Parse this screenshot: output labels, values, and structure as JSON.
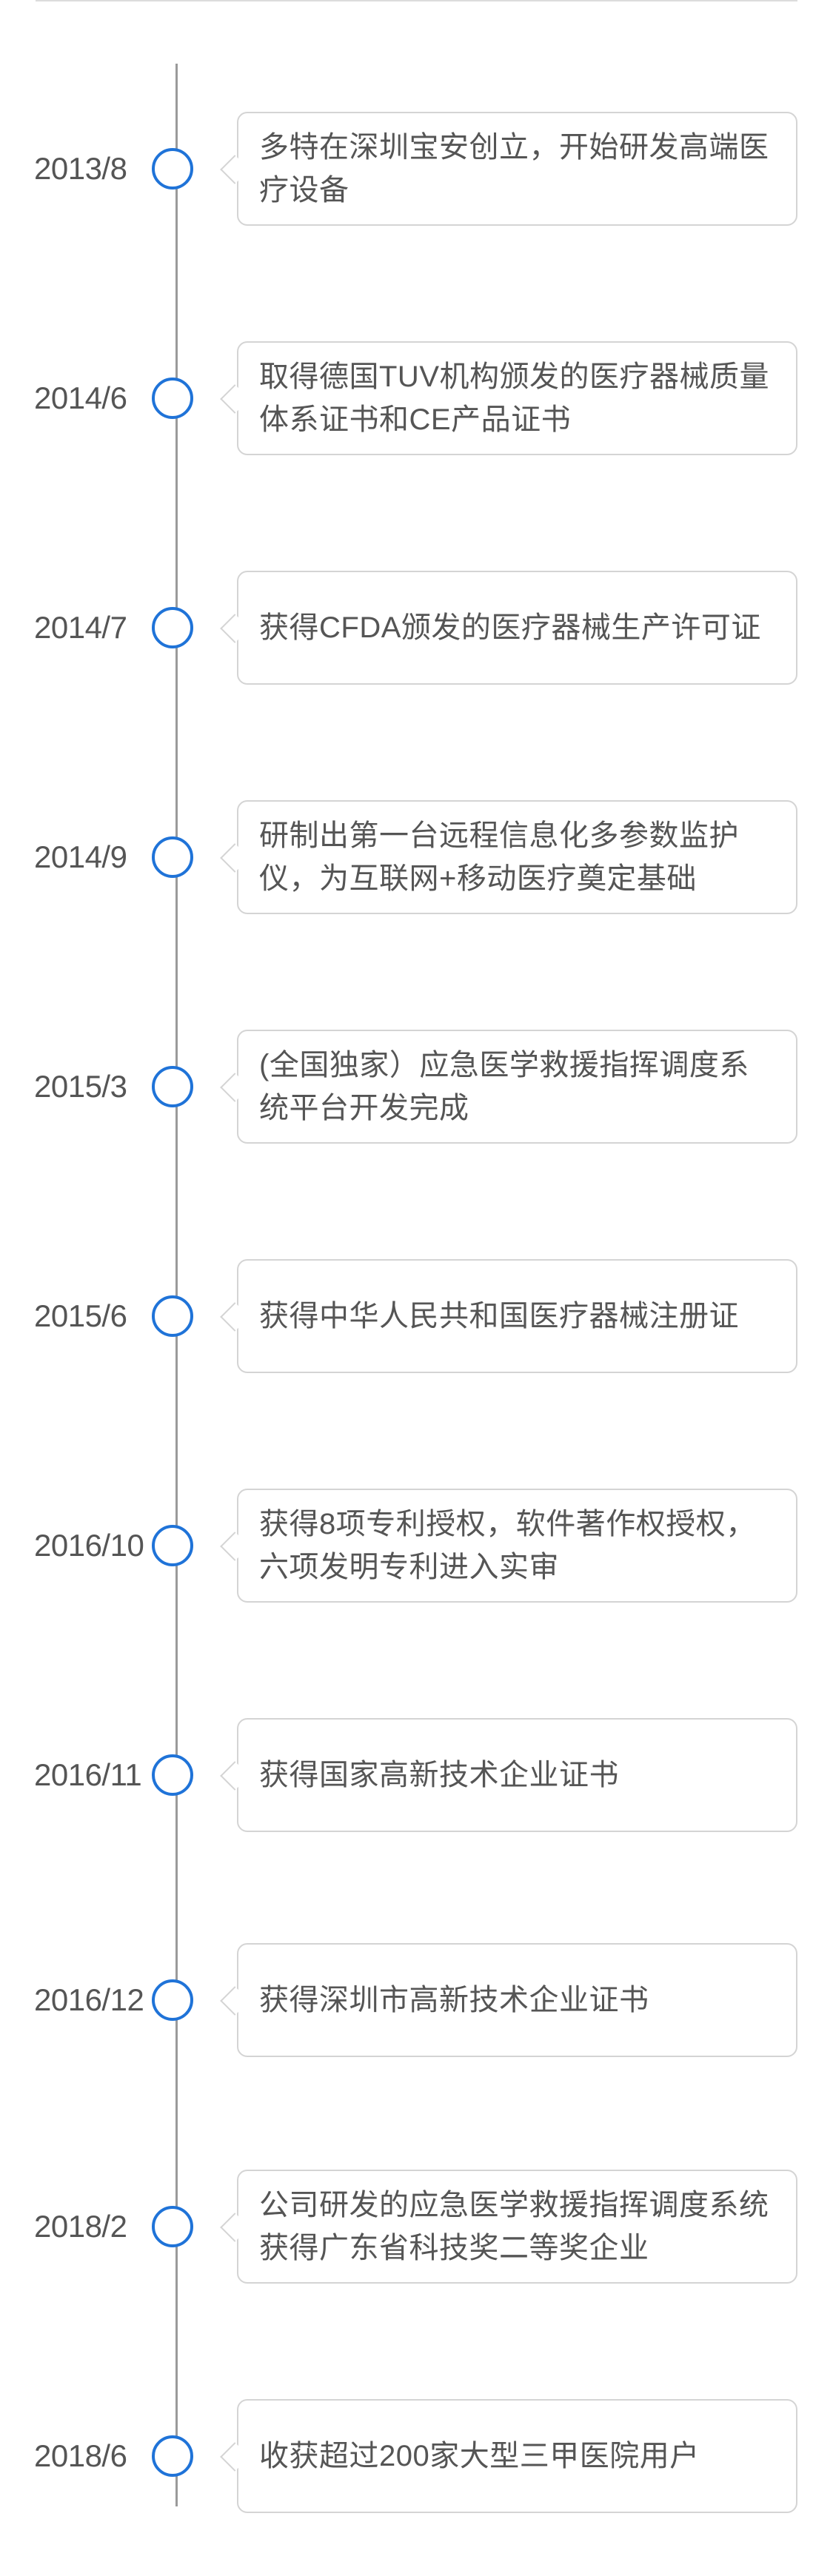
{
  "events": [
    {
      "date": "2013/8",
      "text": "多特在深圳宝安创立，开始研发高端医疗设备"
    },
    {
      "date": "2014/6",
      "text": "取得德国TUV机构颁发的医疗器械质量体系证书和CE产品证书"
    },
    {
      "date": "2014/7",
      "text": "获得CFDA颁发的医疗器械生产许可证"
    },
    {
      "date": "2014/9",
      "text": "研制出第一台远程信息化多参数监护仪，为互联网+移动医疗奠定基础"
    },
    {
      "date": "2015/3",
      "text": "(全国独家）应急医学救援指挥调度系统平台开发完成"
    },
    {
      "date": "2015/6",
      "text": "获得中华人民共和国医疗器械注册证"
    },
    {
      "date": "2016/10",
      "text": "获得8项专利授权，软件著作权授权，六项发明专利进入实审"
    },
    {
      "date": "2016/11",
      "text": "获得国家高新技术企业证书"
    },
    {
      "date": "2016/12",
      "text": "获得深圳市高新技术企业证书"
    },
    {
      "date": "2018/2",
      "text": "公司研发的应急医学救援指挥调度系统获得广东省科技奖二等奖企业"
    },
    {
      "date": "2018/6",
      "text": "收获超过200家大型三甲医院用户"
    }
  ],
  "colors": {
    "node_border": "#1f73d8",
    "line": "#9a9a9a",
    "card_border": "#d4d4d4",
    "text": "#555555"
  }
}
